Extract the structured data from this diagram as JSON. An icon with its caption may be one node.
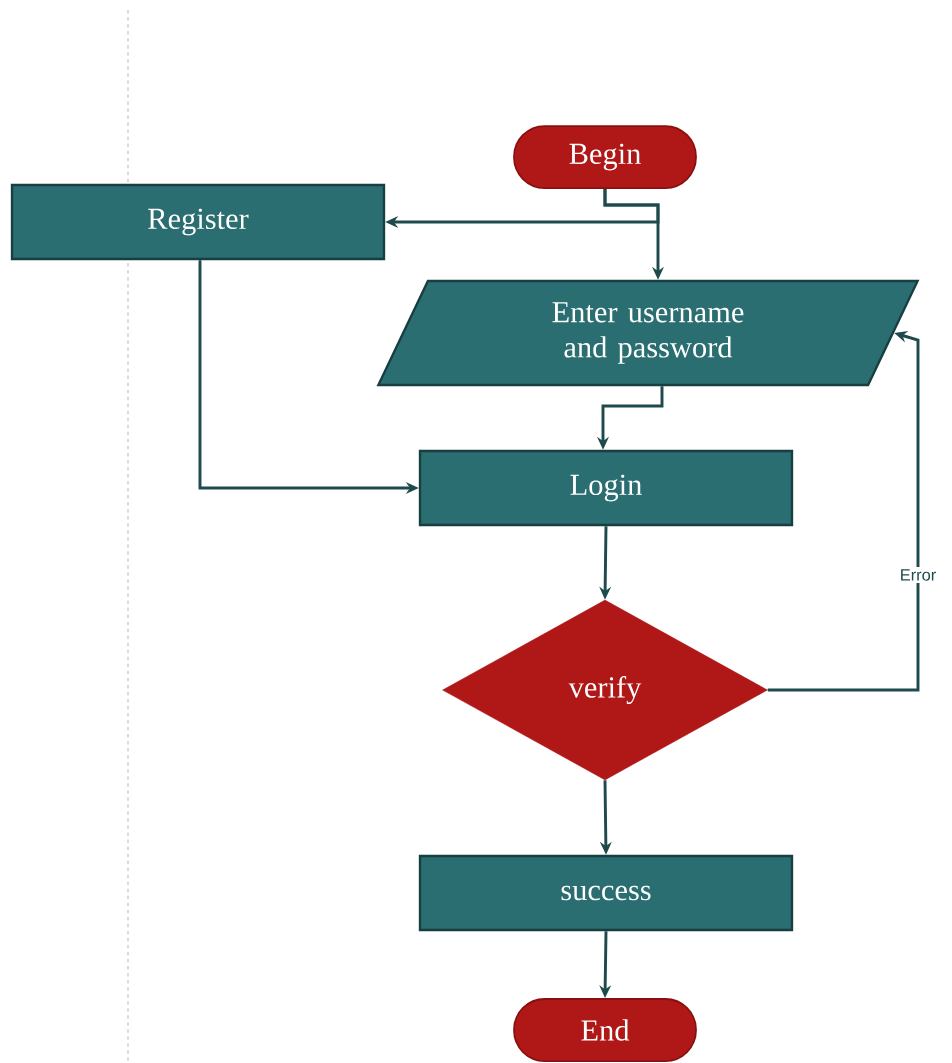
{
  "diagram": {
    "nodes": [
      {
        "text": [
          "Begin"
        ]
      },
      {
        "text": [
          "Register"
        ]
      },
      {
        "text": [
          "Enter username and password"
        ]
      },
      {
        "text": [
          "Login"
        ]
      },
      {
        "text": [
          "verify"
        ]
      },
      {
        "text": [
          "success"
        ]
      },
      {
        "text": [
          "End"
        ]
      }
    ],
    "edges": [
      {
        "from": 0,
        "to": 2,
        "arrow": "to"
      },
      {
        "from": 0,
        "to": 1,
        "arrow": "to"
      },
      {
        "from": 1,
        "to": 3,
        "arrow": "to"
      },
      {
        "from": 2,
        "to": 3,
        "arrow": "to"
      },
      {
        "from": 3,
        "to": 4,
        "arrow": "to"
      },
      {
        "from": 4,
        "to": 2,
        "arrow": "to",
        "label": "Error"
      },
      {
        "from": 4,
        "to": 5,
        "arrow": "to"
      },
      {
        "from": 5,
        "to": 6,
        "arrow": "to"
      }
    ]
  }
}
